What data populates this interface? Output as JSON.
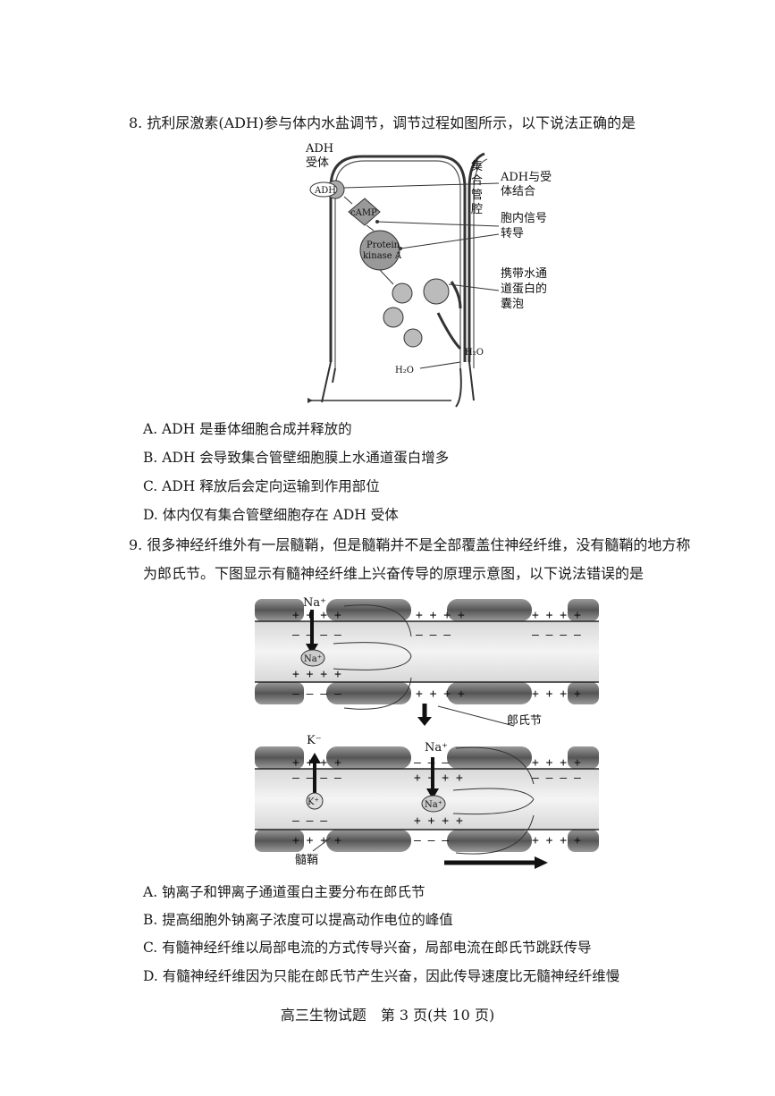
{
  "q8": {
    "title": "8. 抗利尿激素(ADH)参与体内水盐调节，调节过程如图所示，以下说法正确的是",
    "figure": {
      "adh_receptor": [
        "ADH",
        "受体"
      ],
      "adh": "ADH",
      "camp": "cAMP",
      "protein_kinase": [
        "Protein",
        "kinase A"
      ],
      "collecting_duct": [
        "集",
        "合",
        "管",
        "腔"
      ],
      "binding": [
        "ADH与受",
        "体结合"
      ],
      "signal": [
        "胞内信号",
        "转导"
      ],
      "vesicle": [
        "携带水通",
        "道蛋白的",
        "囊泡"
      ],
      "h2o_right": "H₂O",
      "h2o_left": "H₂O"
    },
    "options": [
      "A. ADH 是垂体细胞合成并释放的",
      "B. ADH 会导致集合管壁细胞膜上水通道蛋白增多",
      "C. ADH 释放后会定向运输到作用部位",
      "D. 体内仅有集合管壁细胞存在 ADH 受体"
    ]
  },
  "q9": {
    "title": "9. 很多神经纤维外有一层髓鞘，但是髓鞘并不是全部覆盖住神经纤维，没有髓鞘的地方称",
    "title_cont": "为郎氏节。下图显示有髓神经纤维上兴奋传导的原理示意图，以下说法错误的是",
    "figure": {
      "na_out": "Na⁺",
      "na_in": "Na⁺",
      "k_out": "K⁻",
      "k_in": "K⁺",
      "na_out2": "Na⁺",
      "na_in2": "Na⁺",
      "node_label": "郎氏节",
      "myelin_label": "髓鞘",
      "plus4": "+ + + +",
      "minus3": "– – –",
      "minus4": "– – – –"
    },
    "options": [
      "A. 钠离子和钾离子通道蛋白主要分布在郎氏节",
      "B. 提高细胞外钠离子浓度可以提高动作电位的峰值",
      "C. 有髓神经纤维以局部电流的方式传导兴奋，局部电流在郎氏节跳跃传导",
      "D. 有髓神经纤维因为只能在郎氏节产生兴奋，因此传导速度比无髓神经纤维慢"
    ]
  },
  "footer": "高三生物试题　第 3 页(共 10 页)"
}
